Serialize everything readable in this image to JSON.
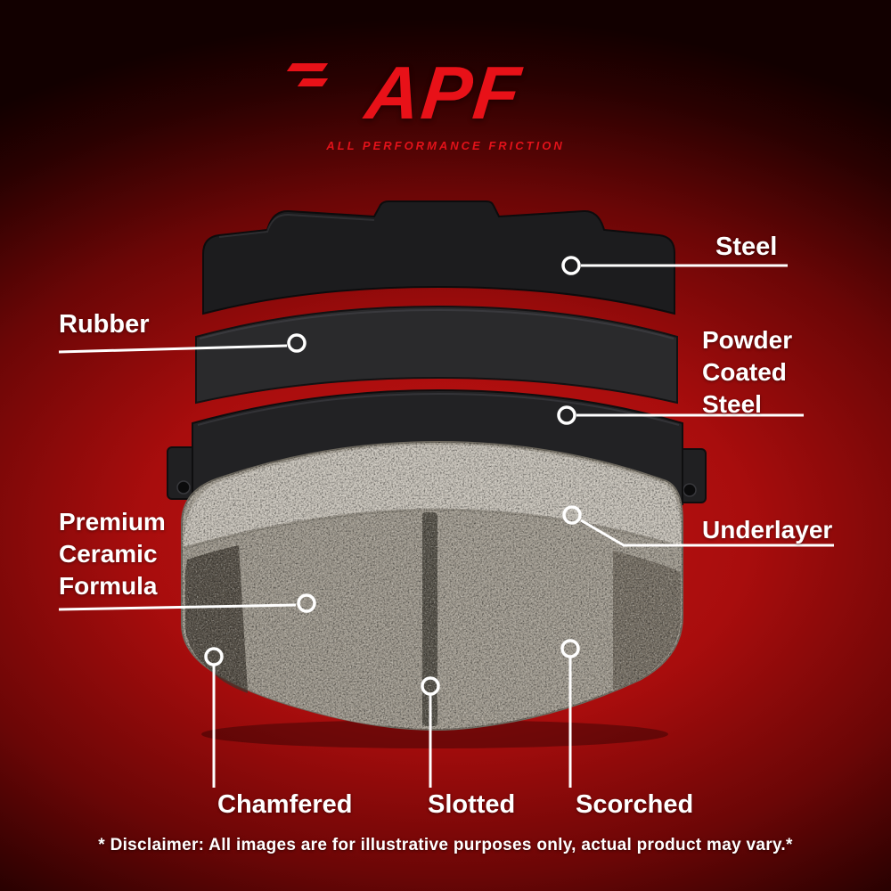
{
  "logo": {
    "brand": "APF",
    "tagline": "ALL PERFORMANCE FRICTION"
  },
  "callouts": {
    "steel": "Steel",
    "rubber": "Rubber",
    "powder_coated_steel": "Powder Coated Steel",
    "underlayer": "Underlayer",
    "premium_ceramic_formula": "Premium Ceramic Formula",
    "chamfered": "Chamfered",
    "slotted": "Slotted",
    "scorched": "Scorched"
  },
  "disclaimer": "* Disclaimer: All images are for illustrative purposes only, actual product may vary.*",
  "colors": {
    "accent_red": "#e81118",
    "background_red": "#c51414",
    "label_white": "#ffffff",
    "plate_dark": "#1c1c1e",
    "ceramic_gray": "#a19b90"
  }
}
